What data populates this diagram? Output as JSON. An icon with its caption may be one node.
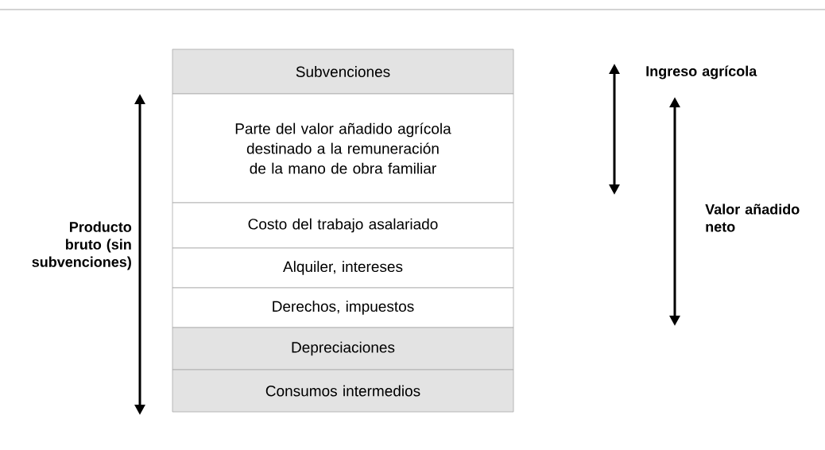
{
  "diagram": {
    "nodes": [
      {
        "text": [
          "Subvenciones"
        ]
      },
      {
        "text": [
          "Parte del valor añadido agrícola destinado a la remuneración de la mano de obra familiar"
        ]
      },
      {
        "text": [
          "Costo del trabajo asalariado"
        ]
      },
      {
        "text": [
          "Alquiler, intereses"
        ]
      },
      {
        "text": [
          "Derechos, impuestos"
        ]
      },
      {
        "text": [
          "Depreciaciones"
        ]
      },
      {
        "text": [
          "Consumos intermedios"
        ]
      }
    ],
    "labels": [
      "Ingreso agrícola",
      "Producto bruto (sin subvenciones)",
      "Valor añadido neto"
    ]
  }
}
